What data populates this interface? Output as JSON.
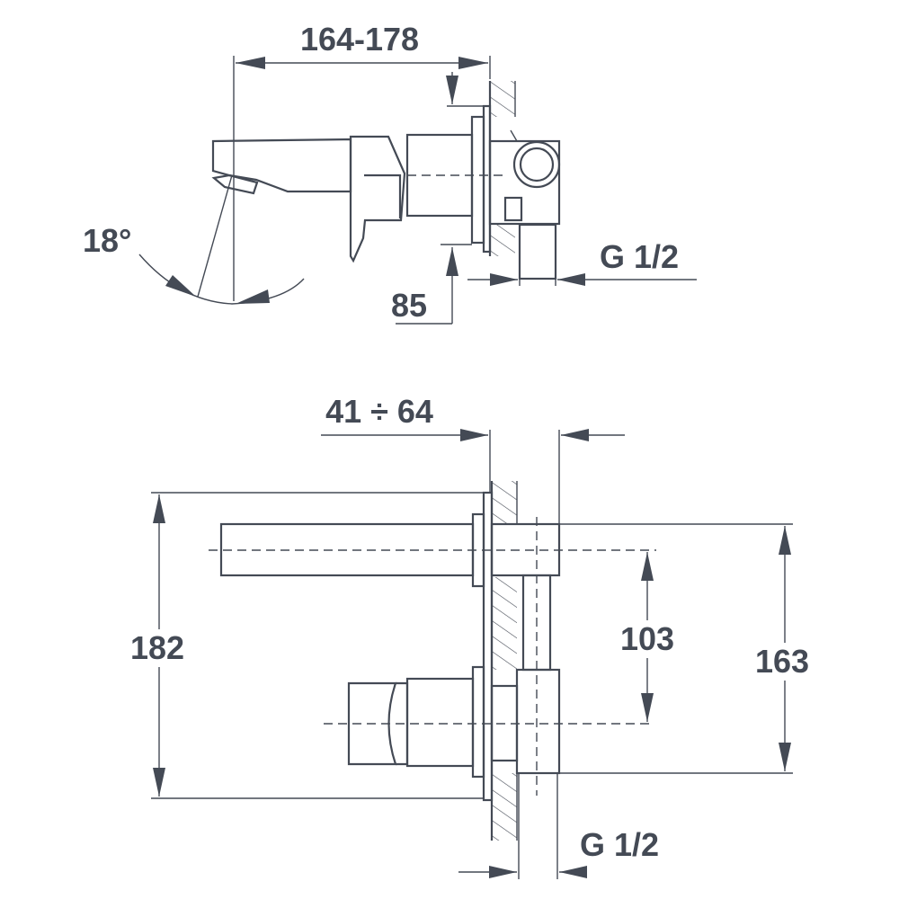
{
  "dimensions": {
    "spout_length": "164-178",
    "spout_angle": "18°",
    "projection": "85",
    "connection_top": "G 1/2",
    "wall_depth": "41 ÷ 64",
    "total_height": "182",
    "center_distance": "103",
    "plate_height": "163",
    "connection_bottom": "G 1/2"
  }
}
